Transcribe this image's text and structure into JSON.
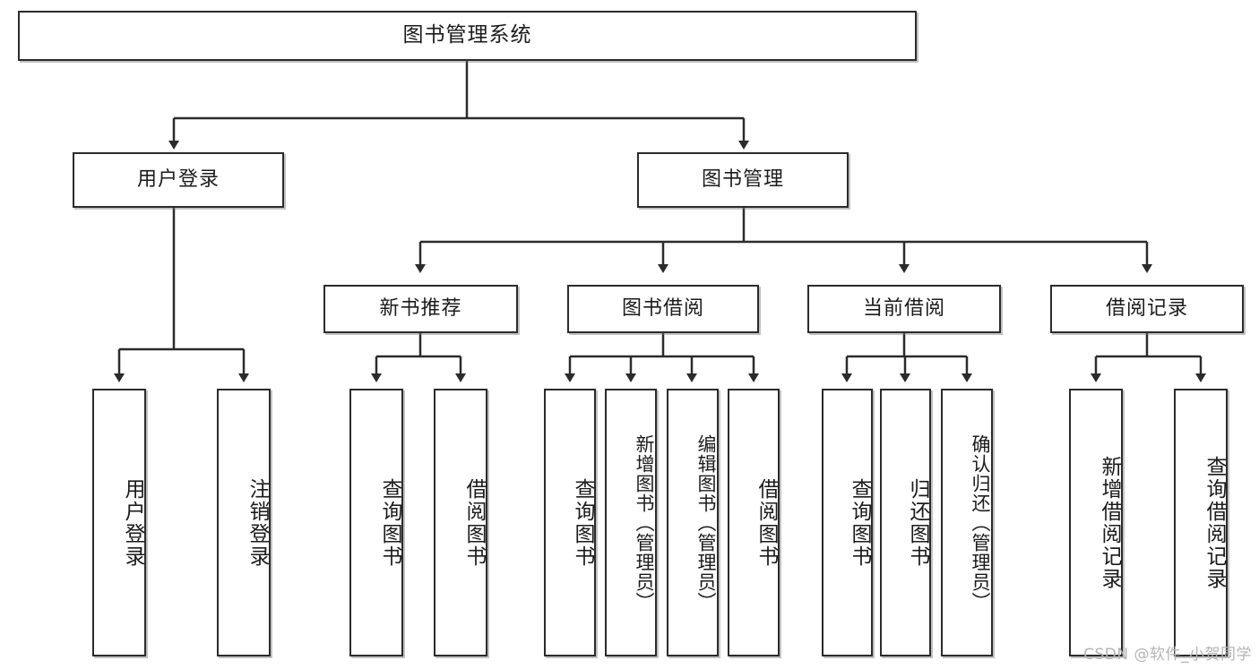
{
  "diagram": {
    "title": "图书管理系统",
    "type": "hierarchy-tree",
    "watermark": "CSDN @软件_小贺同学",
    "colors": {
      "box_border": "#2b2b2b",
      "box_fill": "#ffffff",
      "line": "#2b2b2b",
      "text": "#1b1b1b",
      "watermark": "#b4b4b4"
    },
    "levels": {
      "root": "图书管理系统",
      "level2": [
        "用户登录",
        "图书管理"
      ],
      "level3": [
        "新书推荐",
        "图书借阅",
        "当前借阅",
        "借阅记录"
      ]
    },
    "nodes": {
      "root": {
        "label": "图书管理系统"
      },
      "user_login": {
        "label": "用户登录"
      },
      "book_manage": {
        "label": "图书管理"
      },
      "new_book_rec": {
        "label": "新书推荐"
      },
      "book_borrow": {
        "label": "图书借阅"
      },
      "current_borrow": {
        "label": "当前借阅"
      },
      "borrow_record": {
        "label": "借阅记录"
      },
      "leaf_user_login": {
        "label": "用户登录"
      },
      "leaf_logout": {
        "label": "注销登录"
      },
      "leaf_query_book_1": {
        "label": "查询图书"
      },
      "leaf_borrow_book_1": {
        "label": "借阅图书"
      },
      "leaf_query_book_2": {
        "label": "查询图书"
      },
      "leaf_add_book": {
        "label": "新增图书（管理员）"
      },
      "leaf_edit_book": {
        "label": "编辑图书（管理员）"
      },
      "leaf_borrow_book_2": {
        "label": "借阅图书"
      },
      "leaf_query_book_3": {
        "label": "查询图书"
      },
      "leaf_return_book": {
        "label": "归还图书"
      },
      "leaf_confirm_return": {
        "label": "确认归还（管理员）"
      },
      "leaf_add_record": {
        "label": "新增借阅记录"
      },
      "leaf_query_record": {
        "label": "查询借阅记录"
      }
    },
    "edges": [
      {
        "from": "root",
        "to": "user_login"
      },
      {
        "from": "root",
        "to": "book_manage"
      },
      {
        "from": "user_login",
        "to": "leaf_user_login"
      },
      {
        "from": "user_login",
        "to": "leaf_logout"
      },
      {
        "from": "book_manage",
        "to": "new_book_rec"
      },
      {
        "from": "book_manage",
        "to": "book_borrow"
      },
      {
        "from": "book_manage",
        "to": "current_borrow"
      },
      {
        "from": "book_manage",
        "to": "borrow_record"
      },
      {
        "from": "new_book_rec",
        "to": "leaf_query_book_1"
      },
      {
        "from": "new_book_rec",
        "to": "leaf_borrow_book_1"
      },
      {
        "from": "book_borrow",
        "to": "leaf_query_book_2"
      },
      {
        "from": "book_borrow",
        "to": "leaf_add_book"
      },
      {
        "from": "book_borrow",
        "to": "leaf_edit_book"
      },
      {
        "from": "book_borrow",
        "to": "leaf_borrow_book_2"
      },
      {
        "from": "current_borrow",
        "to": "leaf_query_book_3"
      },
      {
        "from": "current_borrow",
        "to": "leaf_return_book"
      },
      {
        "from": "current_borrow",
        "to": "leaf_confirm_return"
      },
      {
        "from": "borrow_record",
        "to": "leaf_add_record"
      },
      {
        "from": "borrow_record",
        "to": "leaf_query_record"
      }
    ]
  }
}
